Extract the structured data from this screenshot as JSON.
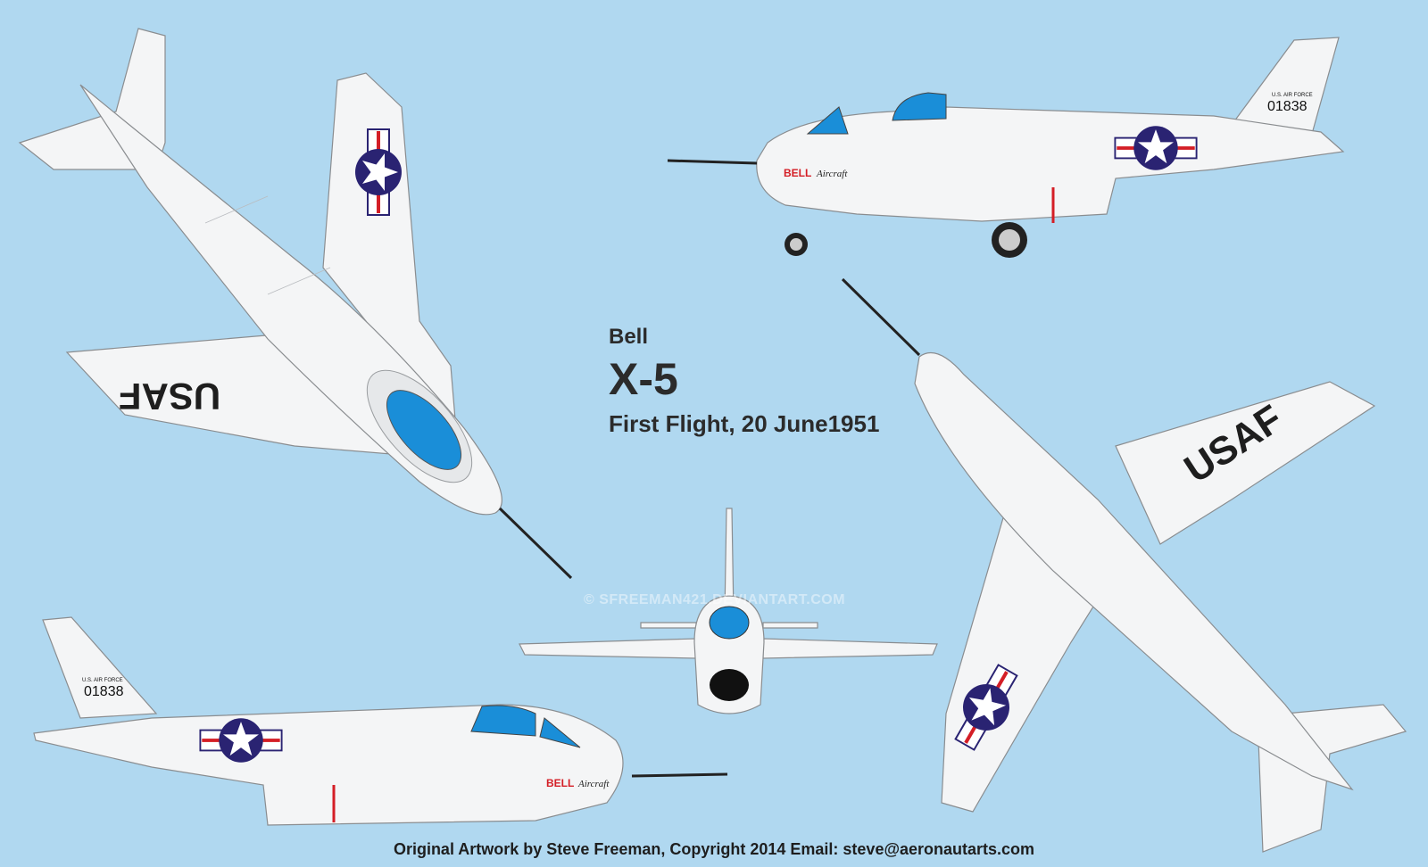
{
  "title": {
    "maker": "Bell",
    "model": "X-5",
    "first_flight": "First Flight, 20 June1951"
  },
  "markings": {
    "wing_text": "USAF",
    "tail_text_small": "U.S. AIR FORCE",
    "serial": "01838",
    "nose_brand": "BELL",
    "nose_brand_script": "Aircraft"
  },
  "watermark": "© SFREEMAN421.DEVIANTART.COM",
  "credit": "Original Artwork by Steve Freeman, Copyright 2014  Email:  steve@aeronautarts.com",
  "colors": {
    "background": "#b0d8f0",
    "canopy": "#1a8ed8",
    "roundel_blue": "#2a2372",
    "stripe_red": "#d41e26"
  }
}
